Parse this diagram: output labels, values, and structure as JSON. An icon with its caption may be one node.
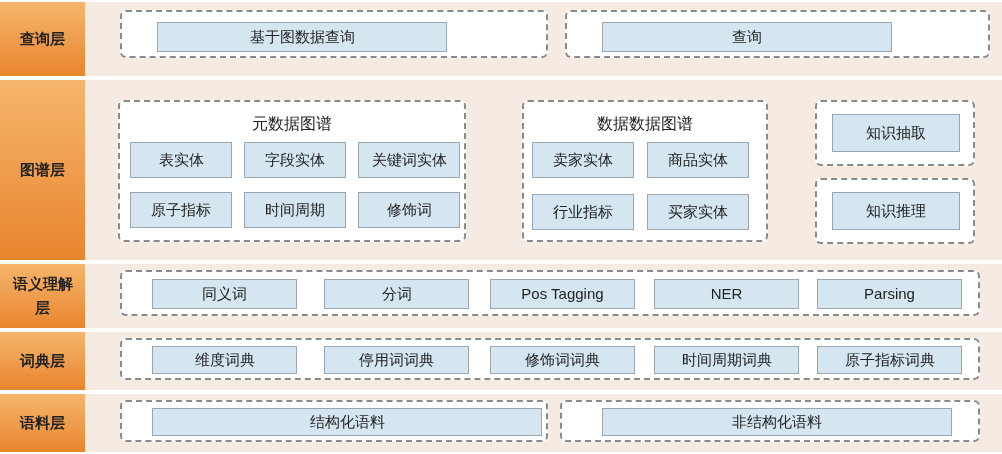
{
  "diagram": {
    "nodes": [
      {
        "text": [
          "查询层"
        ]
      },
      {
        "text": [],
        "shape": "box"
      },
      {
        "text": [
          "基于图数据查询"
        ],
        "in": 1
      },
      {
        "text": [],
        "shape": "box"
      },
      {
        "text": [
          "查询"
        ],
        "in": 3
      },
      {
        "text": [
          "图谱层"
        ]
      },
      {
        "text": [
          "元数据图谱"
        ]
      },
      {
        "text": [
          "表实体"
        ],
        "in": 6
      },
      {
        "text": [
          "字段实体"
        ],
        "in": 6
      },
      {
        "text": [
          "关键词实体"
        ],
        "in": 6
      },
      {
        "text": [
          "原子指标"
        ],
        "in": 6
      },
      {
        "text": [
          "时间周期"
        ],
        "in": 6
      },
      {
        "text": [
          "修饰词"
        ],
        "in": 6
      },
      {
        "text": [
          "数据数据图谱"
        ]
      },
      {
        "text": [
          "卖家实体"
        ],
        "in": 13
      },
      {
        "text": [
          "商品实体"
        ],
        "in": 13
      },
      {
        "text": [
          "行业指标"
        ],
        "in": 13
      },
      {
        "text": [
          "买家实体"
        ],
        "in": 13
      },
      {
        "text": [],
        "shape": "box"
      },
      {
        "text": [
          "知识抽取"
        ],
        "in": 18
      },
      {
        "text": [],
        "shape": "box"
      },
      {
        "text": [
          "知识推理"
        ],
        "in": 20
      },
      {
        "text": [
          "语义理解层"
        ]
      },
      {
        "text": [],
        "shape": "box"
      },
      {
        "text": [
          "同义词"
        ],
        "in": 23
      },
      {
        "text": [
          "分词"
        ],
        "in": 23
      },
      {
        "text": [
          "Pos Tagging"
        ],
        "in": 23
      },
      {
        "text": [
          "NER"
        ],
        "in": 23
      },
      {
        "text": [
          "Parsing"
        ],
        "in": 23
      },
      {
        "text": [
          "词典层"
        ]
      },
      {
        "text": [],
        "shape": "box"
      },
      {
        "text": [
          "维度词典"
        ],
        "in": 30
      },
      {
        "text": [
          "停用词词典"
        ],
        "in": 30
      },
      {
        "text": [
          "修饰词词典"
        ],
        "in": 30
      },
      {
        "text": [
          "时间周期词典"
        ],
        "in": 30
      },
      {
        "text": [
          "原子指标词典"
        ],
        "in": 30
      },
      {
        "text": [
          "语料层"
        ]
      },
      {
        "text": [],
        "shape": "box"
      },
      {
        "text": [
          "结构化语料"
        ],
        "in": 37
      },
      {
        "text": [],
        "shape": "box"
      },
      {
        "text": [
          "非结构化语料"
        ],
        "in": 39
      }
    ]
  }
}
